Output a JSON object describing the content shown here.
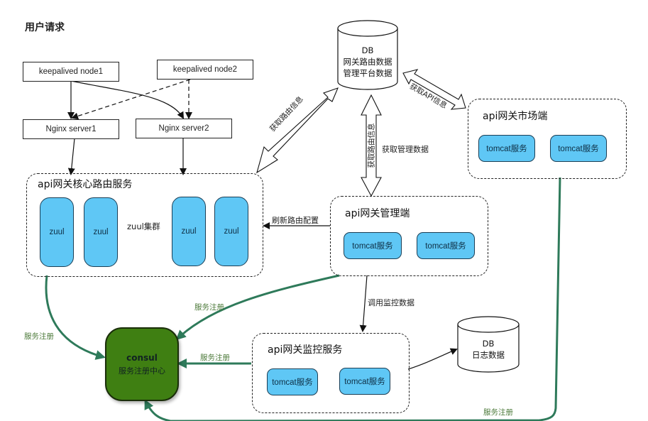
{
  "title": "用户请求",
  "keepalived": [
    {
      "label": "keepalived node1"
    },
    {
      "label": "keepalived node2"
    }
  ],
  "nginx": [
    {
      "label": "Nginx server1"
    },
    {
      "label": "Nginx server2"
    }
  ],
  "db_main": {
    "lines": [
      "DB",
      "网关路由数据",
      "管理平台数据"
    ]
  },
  "db_log": {
    "lines": [
      "DB",
      "日志数据"
    ]
  },
  "core_routing": {
    "title": "api网关核心路由服务",
    "cluster_label": "zuul集群",
    "nodes": [
      "zuul",
      "zuul",
      "zuul",
      "zuul"
    ]
  },
  "admin": {
    "title": "api网关管理端",
    "services": [
      "tomcat服务",
      "tomcat服务"
    ]
  },
  "market": {
    "title": "api网关市场端",
    "services": [
      "tomcat服务",
      "tomcat服务"
    ]
  },
  "monitor": {
    "title": "api网关监控服务",
    "services": [
      "tomcat服务",
      "tomcat服务"
    ]
  },
  "consul": {
    "name": "consul",
    "subtitle": "服务注册中心"
  },
  "edges": {
    "get_route_info_diag": "获取路由信息",
    "get_route_info_vert": "获取路由信息",
    "get_admin_data": "获取管理数据",
    "get_api_info": "获取API信息",
    "refresh_route": "刷新路由配置",
    "call_monitor": "调用监控数据",
    "register_core": "服务注册",
    "register_admin": "服务注册",
    "register_monitor": "服务注册",
    "register_market": "服务注册"
  },
  "colors": {
    "service_fill": "#5fc7f5",
    "consul_fill": "#3f7f12",
    "register_line": "#2e7a5a"
  }
}
